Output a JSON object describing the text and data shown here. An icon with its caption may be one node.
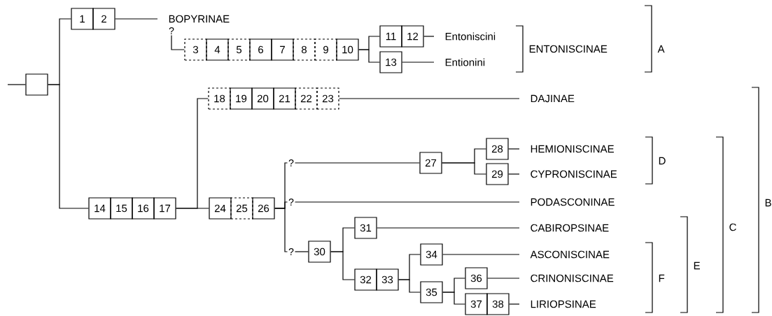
{
  "diagram": {
    "nodes": [
      {
        "text": [],
        "shape": "box"
      },
      {
        "text": [
          "1"
        ]
      },
      {
        "text": [
          "2"
        ]
      },
      {
        "text": [
          "BOPYRINAE"
        ]
      },
      {
        "text": [
          "?"
        ]
      },
      {
        "text": [
          "3"
        ]
      },
      {
        "text": [
          "4"
        ]
      },
      {
        "text": [
          "5"
        ]
      },
      {
        "text": [
          "6"
        ]
      },
      {
        "text": [
          "7"
        ]
      },
      {
        "text": [
          "8"
        ]
      },
      {
        "text": [
          "9"
        ]
      },
      {
        "text": [
          "10"
        ]
      },
      {
        "text": [
          "11"
        ]
      },
      {
        "text": [
          "12"
        ]
      },
      {
        "text": [
          "Entoniscini"
        ]
      },
      {
        "text": [
          "13"
        ]
      },
      {
        "text": [
          "Entionini"
        ]
      },
      {
        "text": [
          "18"
        ]
      },
      {
        "text": [
          "19"
        ]
      },
      {
        "text": [
          "20"
        ]
      },
      {
        "text": [
          "21"
        ]
      },
      {
        "text": [
          "22"
        ]
      },
      {
        "text": [
          "23"
        ]
      },
      {
        "text": [
          "DAJINAE"
        ]
      },
      {
        "text": [
          "14"
        ]
      },
      {
        "text": [
          "15"
        ]
      },
      {
        "text": [
          "16"
        ]
      },
      {
        "text": [
          "17"
        ]
      },
      {
        "text": [
          "24"
        ]
      },
      {
        "text": [
          "25"
        ]
      },
      {
        "text": [
          "26"
        ]
      },
      {
        "text": [
          "?"
        ]
      },
      {
        "text": [
          "27"
        ]
      },
      {
        "text": [
          "28"
        ]
      },
      {
        "text": [
          "HEMIONISCINAE"
        ]
      },
      {
        "text": [
          "29"
        ]
      },
      {
        "text": [
          "CYPRONISCINAE"
        ]
      },
      {
        "text": [
          "?"
        ]
      },
      {
        "text": [
          "PODASCONINAE"
        ]
      },
      {
        "text": [
          "?"
        ]
      },
      {
        "text": [
          "30"
        ]
      },
      {
        "text": [
          "31"
        ]
      },
      {
        "text": [
          "CABIROPSINAE"
        ]
      },
      {
        "text": [
          "32"
        ]
      },
      {
        "text": [
          "33"
        ]
      },
      {
        "text": [
          "34"
        ]
      },
      {
        "text": [
          "ASCONISCINAE"
        ]
      },
      {
        "text": [
          "35"
        ]
      },
      {
        "text": [
          "36"
        ]
      },
      {
        "text": [
          "CRINONISCINAE"
        ]
      },
      {
        "text": [
          "37"
        ]
      },
      {
        "text": [
          "38"
        ]
      },
      {
        "text": [
          "LIRIOPSINAE"
        ]
      }
    ],
    "edges": [
      {
        "from": null,
        "to": 0,
        "arrow": "none"
      },
      {
        "from": 0,
        "to": 1,
        "arrow": "none"
      },
      {
        "from": 0,
        "to": 25,
        "arrow": "none"
      },
      {
        "from": 2,
        "to": 3,
        "arrow": "none"
      },
      {
        "from": 4,
        "to": 5,
        "arrow": "none"
      },
      {
        "from": 12,
        "to": 13,
        "arrow": "none"
      },
      {
        "from": 12,
        "to": 16,
        "arrow": "none"
      },
      {
        "from": 14,
        "to": 15,
        "arrow": "none"
      },
      {
        "from": 16,
        "to": 17,
        "arrow": "none"
      },
      {
        "from": 28,
        "to": 18,
        "arrow": "none"
      },
      {
        "from": 28,
        "to": 29,
        "arrow": "none"
      },
      {
        "from": 23,
        "to": 24,
        "arrow": "none"
      },
      {
        "from": 31,
        "to": 32,
        "arrow": "none"
      },
      {
        "from": 31,
        "to": 38,
        "arrow": "none"
      },
      {
        "from": 31,
        "to": 40,
        "arrow": "none"
      },
      {
        "from": 32,
        "to": 33,
        "arrow": "none"
      },
      {
        "from": 33,
        "to": 34,
        "arrow": "none"
      },
      {
        "from": 33,
        "to": 36,
        "arrow": "none"
      },
      {
        "from": 34,
        "to": 35,
        "arrow": "none"
      },
      {
        "from": 36,
        "to": 37,
        "arrow": "none"
      },
      {
        "from": 38,
        "to": 39,
        "arrow": "none"
      },
      {
        "from": 40,
        "to": 41,
        "arrow": "none"
      },
      {
        "from": 41,
        "to": 42,
        "arrow": "none"
      },
      {
        "from": 41,
        "to": 44,
        "arrow": "none"
      },
      {
        "from": 42,
        "to": 43,
        "arrow": "none"
      },
      {
        "from": 45,
        "to": 46,
        "arrow": "none"
      },
      {
        "from": 45,
        "to": 48,
        "arrow": "none"
      },
      {
        "from": 46,
        "to": 47,
        "arrow": "none"
      },
      {
        "from": 48,
        "to": 49,
        "arrow": "none"
      },
      {
        "from": 48,
        "to": 51,
        "arrow": "none"
      },
      {
        "from": 49,
        "to": 50,
        "arrow": "none"
      },
      {
        "from": 52,
        "to": 53,
        "arrow": "none"
      }
    ],
    "labels": [
      "ENTONISCINAE",
      "A",
      "D",
      "B",
      "C",
      "E",
      "F"
    ]
  }
}
